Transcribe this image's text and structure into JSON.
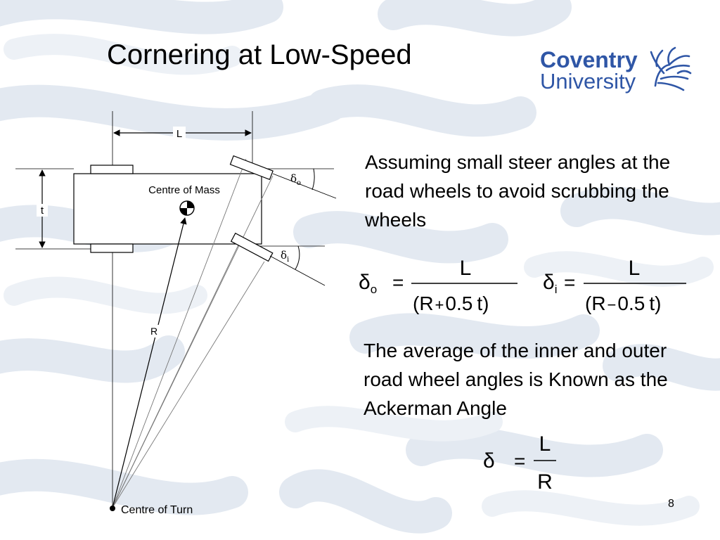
{
  "slide": {
    "title": "Cornering at Low-Speed",
    "page_number": "8",
    "colors": {
      "background_pattern": "#e3e9f1",
      "logo_blue": "#2f56a6",
      "diagram_line": "#000000"
    }
  },
  "logo": {
    "line1": "Coventry",
    "line2": "University",
    "emblem_icon": "phoenix-icon"
  },
  "diagram": {
    "label_L": "L",
    "label_t": "t",
    "label_R": "R",
    "centre_of_mass": "Centre of Mass",
    "centre_of_turn": "Centre of Turn",
    "delta_o": {
      "symbol": "δ",
      "sub": "o"
    },
    "delta_i": {
      "symbol": "δ",
      "sub": "i"
    }
  },
  "text": {
    "para1": "Assuming small steer angles at the road wheels to avoid scrubbing the wheels",
    "para2": "The average of the inner and outer road wheel angles is Known as the Ackerman Angle"
  },
  "equations": {
    "eq_outer": {
      "lhs": "δ",
      "lhs_sub": "o",
      "eq": "=",
      "numerator": "L",
      "den_open": "(R",
      "den_op": "+",
      "den_num": "0.5",
      "den_close": "t)"
    },
    "eq_inner": {
      "lhs": "δ",
      "lhs_sub": "i",
      "eq": "=",
      "numerator": "L",
      "den_open": "(R",
      "den_op": "−",
      "den_num": "0.5",
      "den_close": "t)"
    },
    "eq_ackerman": {
      "lhs": "δ",
      "eq": "=",
      "numerator": "L",
      "denominator": "R"
    }
  }
}
